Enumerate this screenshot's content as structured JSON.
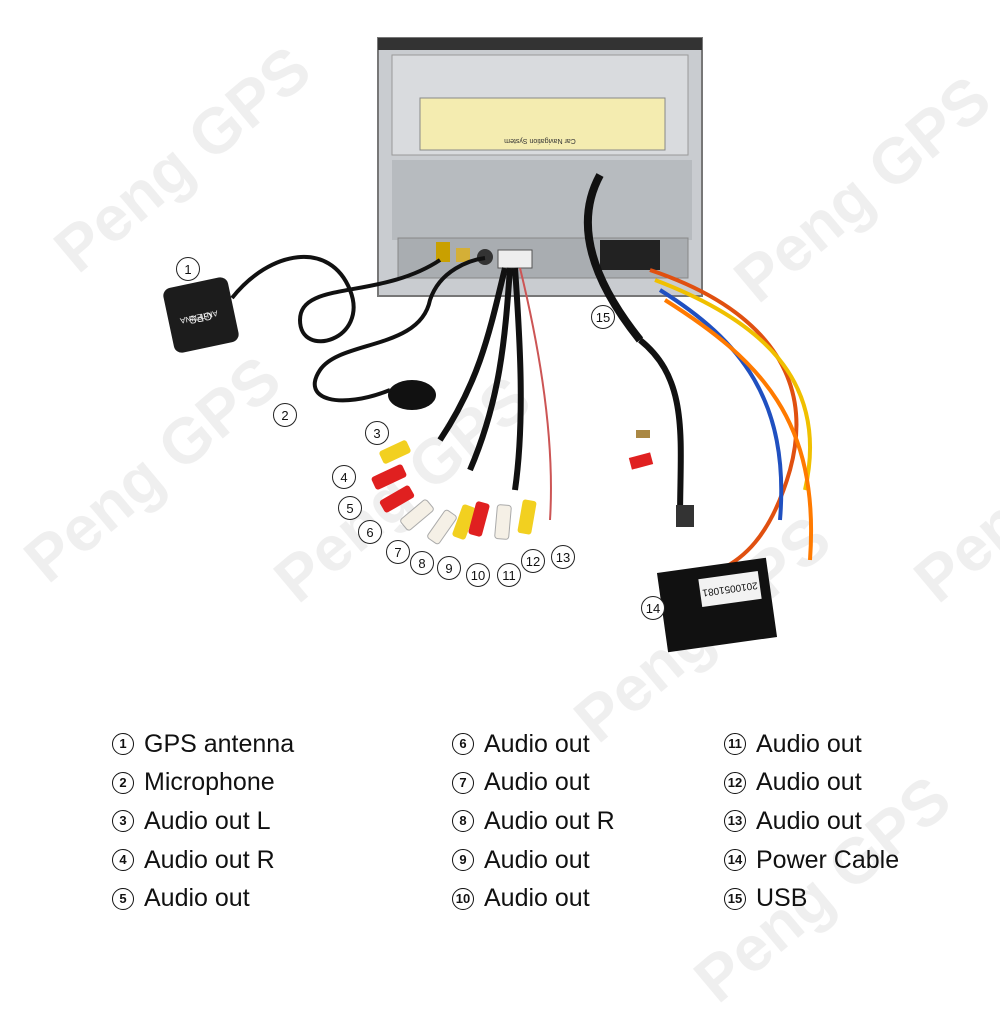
{
  "watermark": "Peng GPS",
  "device": {
    "gps_module_line1": "GPS",
    "gps_module_line2": "ANTENNA",
    "unit_label": "Car Navigation System",
    "harness_code": "2010051081"
  },
  "callouts": [
    "1",
    "2",
    "3",
    "4",
    "5",
    "6",
    "7",
    "8",
    "9",
    "10",
    "11",
    "12",
    "13",
    "14",
    "15"
  ],
  "legend": {
    "items": [
      {
        "num": "1",
        "label": "GPS antenna"
      },
      {
        "num": "2",
        "label": "Microphone"
      },
      {
        "num": "3",
        "label": "Audio out L"
      },
      {
        "num": "4",
        "label": "Audio out R"
      },
      {
        "num": "5",
        "label": "Audio out"
      },
      {
        "num": "6",
        "label": "Audio out"
      },
      {
        "num": "7",
        "label": "Audio out"
      },
      {
        "num": "8",
        "label": "Audio out R"
      },
      {
        "num": "9",
        "label": "Audio out"
      },
      {
        "num": "10",
        "label": "Audio out"
      },
      {
        "num": "11",
        "label": "Audio out"
      },
      {
        "num": "12",
        "label": "Audio out"
      },
      {
        "num": "13",
        "label": "Audio out"
      },
      {
        "num": "14",
        "label": "Power Cable"
      },
      {
        "num": "15",
        "label": "USB"
      }
    ]
  }
}
